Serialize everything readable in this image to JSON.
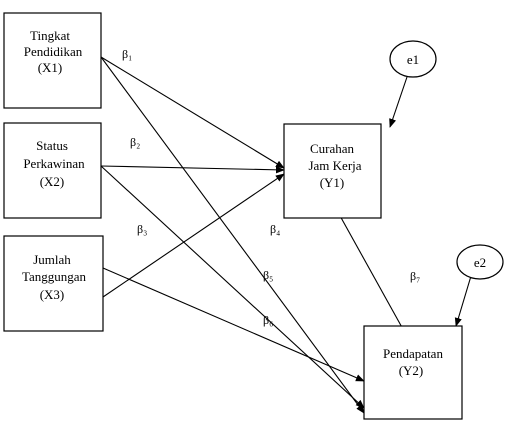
{
  "nodes": {
    "x1": {
      "lines": [
        "Tingkat",
        "Pendidikan",
        "(X1)"
      ]
    },
    "x2": {
      "lines": [
        "Status",
        "Perkawinan",
        "(X2)"
      ]
    },
    "x3": {
      "lines": [
        "Jumlah",
        "Tanggungan",
        "(X3)"
      ]
    },
    "y1": {
      "lines": [
        "Curahan",
        "Jam Kerja",
        "(Y1)"
      ]
    },
    "y2": {
      "lines": [
        "Pendapatan",
        "(Y2)"
      ]
    },
    "e1": {
      "label": "e1"
    },
    "e2": {
      "label": "e2"
    }
  },
  "coefficients": {
    "b1": "β₁",
    "b2": "β₂",
    "b3": "β₃",
    "b4": "β₄",
    "b5": "β₅",
    "b6": "β₆",
    "b7": "β₇"
  }
}
